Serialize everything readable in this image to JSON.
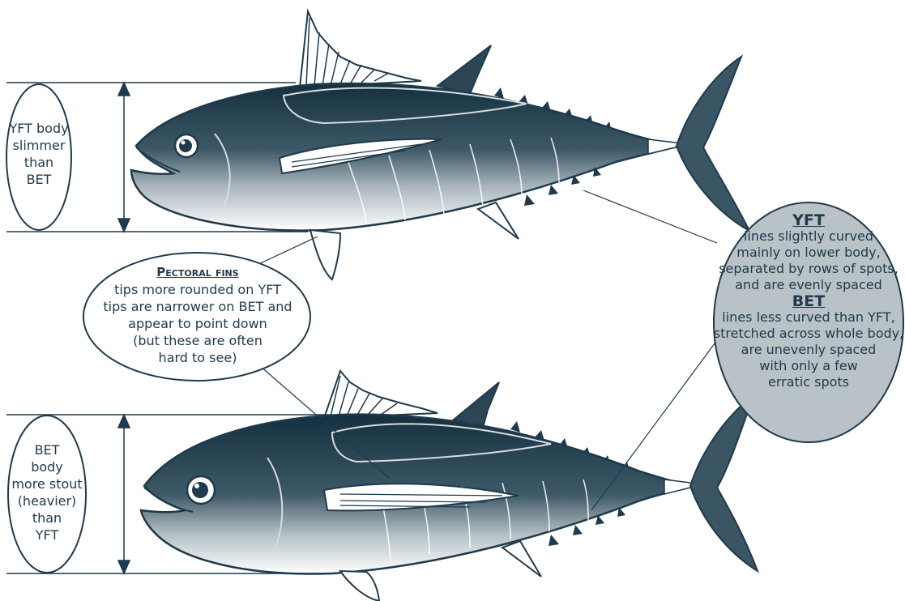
{
  "callouts": {
    "yft_body": [
      "YFT body",
      "slimmer",
      "than",
      "BET"
    ],
    "bet_body": [
      "BET",
      "body",
      "more stout",
      "(heavier)",
      "than",
      "YFT"
    ],
    "pectoral": {
      "heading": "Pectoral fins",
      "lines": [
        "tips more rounded on YFT",
        "tips are narrower on BET and",
        "appear to point down",
        "(but these are often",
        "hard to see)"
      ]
    },
    "lines": {
      "yft_heading": "YFT",
      "yft_lines": [
        "lines slightly curved",
        "mainly on lower body,",
        "separated by rows of spots,",
        "and are evenly spaced"
      ],
      "bet_heading": "BET",
      "bet_lines": [
        "lines less curved than YFT,",
        "stretched across whole body,",
        "are unevenly spaced",
        "with only a few",
        "erratic spots"
      ]
    }
  },
  "colors": {
    "ink": "#1f3a4c",
    "bubble_fill": "#b9c2c6",
    "paper": "#ffffff"
  }
}
